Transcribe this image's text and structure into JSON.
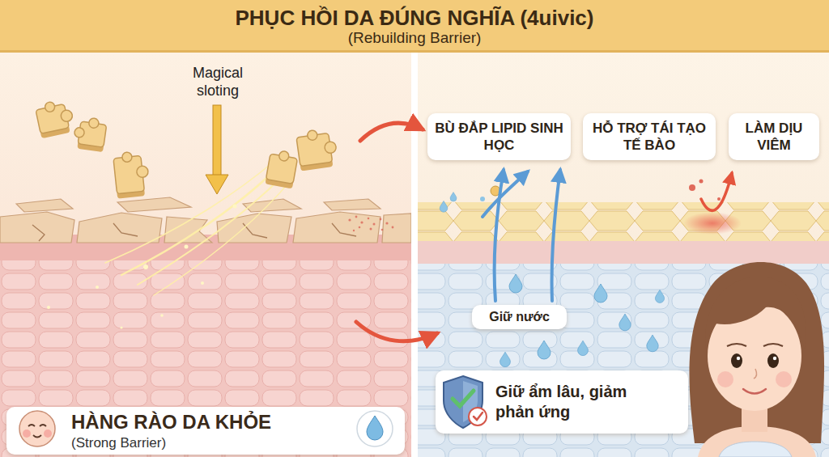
{
  "diagram": {
    "title": "PHỤC HỒI DA ĐÚNG NGHĨA (4uivic)",
    "nodes": [
      {
        "text": [
          "BÙ ĐẮP LIPID SINH HỌC"
        ]
      },
      {
        "text": [
          "HỖ TRỢ TÁI TẠO TẾ BÀO"
        ]
      },
      {
        "text": [
          "LÀM DỊU VIÊM"
        ]
      },
      {
        "text": [
          "Giữ nước"
        ]
      },
      {
        "text": [
          "HÀNG RÀO DA KHỎE",
          "(Strong Barrier)"
        ]
      },
      {
        "text": [
          "Giữ ẩm lâu, giảm phản ứng"
        ]
      }
    ],
    "labels": [
      "(Rebuilding Barrier)",
      "Magical sloting"
    ]
  }
}
